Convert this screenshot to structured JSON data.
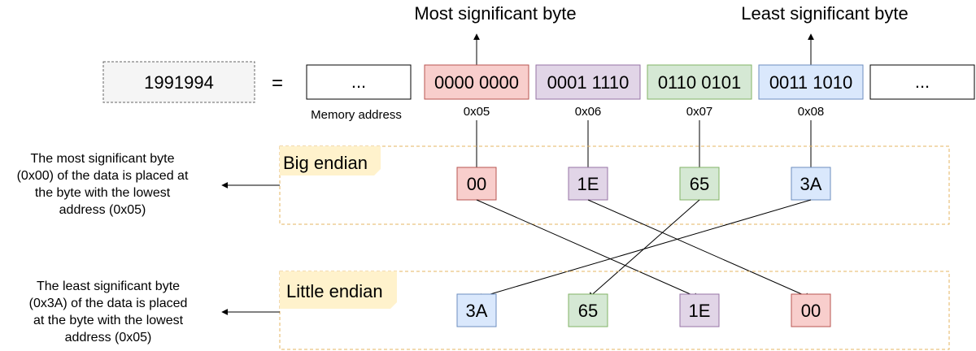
{
  "headers": {
    "most_significant": "Most significant byte",
    "least_significant": "Least significant byte"
  },
  "value": "1991994",
  "equals": "=",
  "memory": {
    "leading_ellipsis": "...",
    "trailing_ellipsis": "...",
    "address_label": "Memory address",
    "bytes": [
      {
        "binary": "0000 0000",
        "address": "0x05",
        "color": "#f8cecc"
      },
      {
        "binary": "0001 1110",
        "address": "0x06",
        "color": "#e1d5e7"
      },
      {
        "binary": "0110 0101",
        "address": "0x07",
        "color": "#d5e8d4"
      },
      {
        "binary": "0011 1010",
        "address": "0x08",
        "color": "#dae8fc"
      }
    ]
  },
  "big_endian": {
    "title": "Big endian",
    "description_lines": [
      "The most significant byte",
      "(0x00) of the data is placed at",
      "the byte with the lowest",
      "address (0x05)"
    ],
    "bytes": [
      {
        "hex": "00",
        "color": "#f8cecc"
      },
      {
        "hex": "1E",
        "color": "#e1d5e7"
      },
      {
        "hex": "65",
        "color": "#d5e8d4"
      },
      {
        "hex": "3A",
        "color": "#dae8fc"
      }
    ]
  },
  "little_endian": {
    "title": "Little endian",
    "description_lines": [
      "The least significant byte",
      "(0x3A) of the data is placed",
      "at the byte with the lowest",
      "address (0x05)"
    ],
    "bytes": [
      {
        "hex": "3A",
        "color": "#dae8fc"
      },
      {
        "hex": "65",
        "color": "#d5e8d4"
      },
      {
        "hex": "1E",
        "color": "#e1d5e7"
      },
      {
        "hex": "00",
        "color": "#f8cecc"
      }
    ]
  },
  "colors": {
    "value_box_fill": "#f5f5f5",
    "label_tag_fill": "#fff2cc",
    "dashed_border": "#e6b661",
    "stroke": "#000000"
  }
}
